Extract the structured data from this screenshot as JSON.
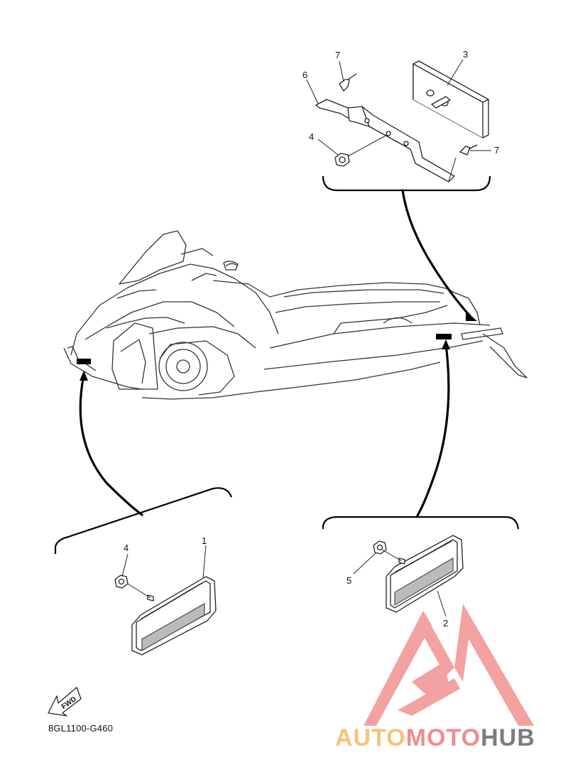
{
  "diagram": {
    "part_code": "8GL1100-G460",
    "fwd_label": "FWD",
    "callouts": {
      "c7a": "7",
      "c3": "3",
      "c6": "6",
      "c4a": "4",
      "c7b": "7",
      "c4b": "4",
      "c1": "1",
      "c5": "5",
      "c2": "2"
    }
  },
  "watermark": {
    "part1": "AUTO",
    "part2": "MOTO",
    "part3": "HUB",
    "colors": {
      "auto": "#f6c27a",
      "moto": "#f08d8d",
      "hub": "#7c7c7c",
      "logo": "#f29a9a"
    }
  }
}
